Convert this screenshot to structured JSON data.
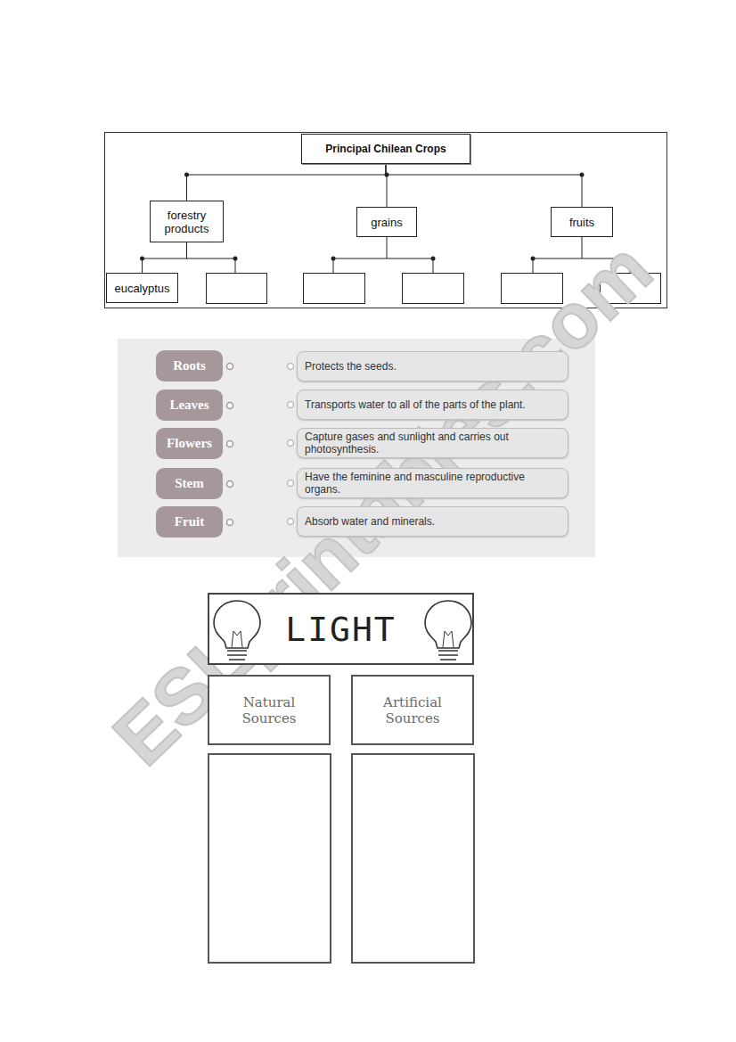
{
  "diagram": {
    "nodes": [
      {
        "text": [
          "Principal Chilean Crops"
        ]
      },
      {
        "text": [
          "forestry products"
        ]
      },
      {
        "text": [
          "grains"
        ]
      },
      {
        "text": [
          "fruits"
        ]
      },
      {
        "text": [
          "eucalyptus"
        ]
      },
      {
        "text": [
          "Roots"
        ]
      },
      {
        "text": [
          "Leaves"
        ]
      },
      {
        "text": [
          "Flowers"
        ]
      },
      {
        "text": [
          "Stem"
        ]
      },
      {
        "text": [
          "Fruit"
        ]
      },
      {
        "text": [
          "Protects the seeds."
        ]
      },
      {
        "text": [
          "Transports water to all of the parts of the plant."
        ]
      },
      {
        "text": [
          "Capture gases and sunlight and carries out photosynthesis."
        ]
      },
      {
        "text": [
          "Have the feminine and masculine reproductive organs."
        ]
      },
      {
        "text": [
          "Absorb water and minerals."
        ]
      },
      {
        "text": [
          "LIGHT"
        ]
      },
      {
        "text": [
          "Natural Sources"
        ]
      },
      {
        "text": [
          "Artificial Sources"
        ]
      }
    ],
    "edges": [
      {
        "from": 0,
        "to": 1,
        "arrow": "none"
      },
      {
        "from": 0,
        "to": 2,
        "arrow": "none"
      },
      {
        "from": 0,
        "to": 3,
        "arrow": "none"
      },
      {
        "from": 1,
        "to": 4,
        "arrow": "none"
      }
    ],
    "labels": [
      "ESLprintables.com"
    ]
  }
}
